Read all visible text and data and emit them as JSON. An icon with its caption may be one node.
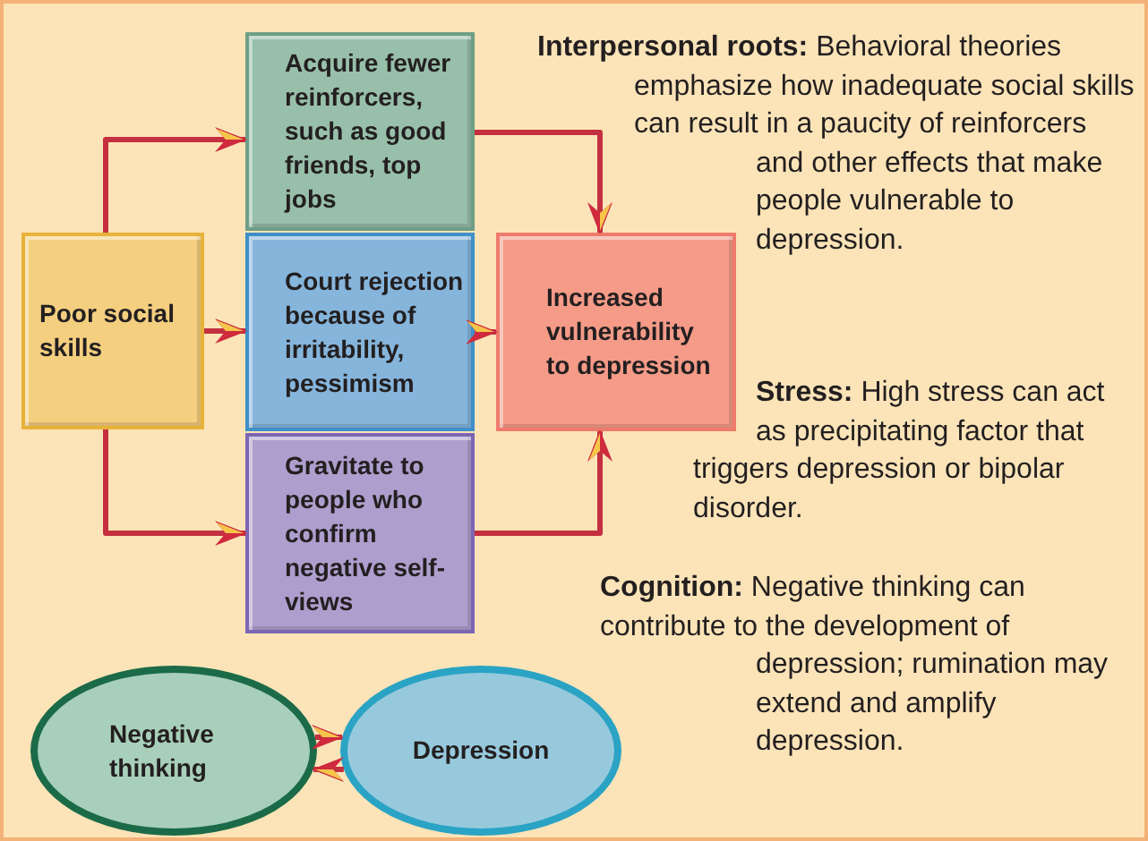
{
  "diagram": {
    "nodes": [
      {
        "text": [
          "Poor social skills"
        ]
      },
      {
        "text": [
          "Acquire fewer reinforcers, such as good friends, top jobs"
        ]
      },
      {
        "text": [
          "Court rejection because of irritability, pessimism"
        ]
      },
      {
        "text": [
          "Gravitate to people who confirm negative self-views"
        ]
      },
      {
        "text": [
          "Increased vulnerability to depression"
        ]
      },
      {
        "text": [
          "Negative thinking"
        ]
      },
      {
        "text": [
          "Depression"
        ]
      }
    ],
    "edges": [
      {
        "from": 0,
        "to": 1,
        "arrow": "to"
      },
      {
        "from": 0,
        "to": 2,
        "arrow": "to"
      },
      {
        "from": 0,
        "to": 3,
        "arrow": "to"
      },
      {
        "from": 1,
        "to": 4,
        "arrow": "to"
      },
      {
        "from": 2,
        "to": 4,
        "arrow": "to"
      },
      {
        "from": 3,
        "to": 4,
        "arrow": "to"
      },
      {
        "from": 5,
        "to": 6,
        "arrow": "to"
      },
      {
        "from": 6,
        "to": 5,
        "arrow": "to"
      }
    ],
    "labels": [
      "**Interpersonal roots:** Behavioral theories emphasize how inadequate social skills can result in a paucity of reinforcers and other effects that make people vulnerable to depression.",
      "**Stress:** High stress can act as precipitating factor that triggers depression or bipolar disorder.",
      "**Cognition:** Negative thinking can contribute to the development of depression; rumination may extend and amplify depression."
    ]
  }
}
